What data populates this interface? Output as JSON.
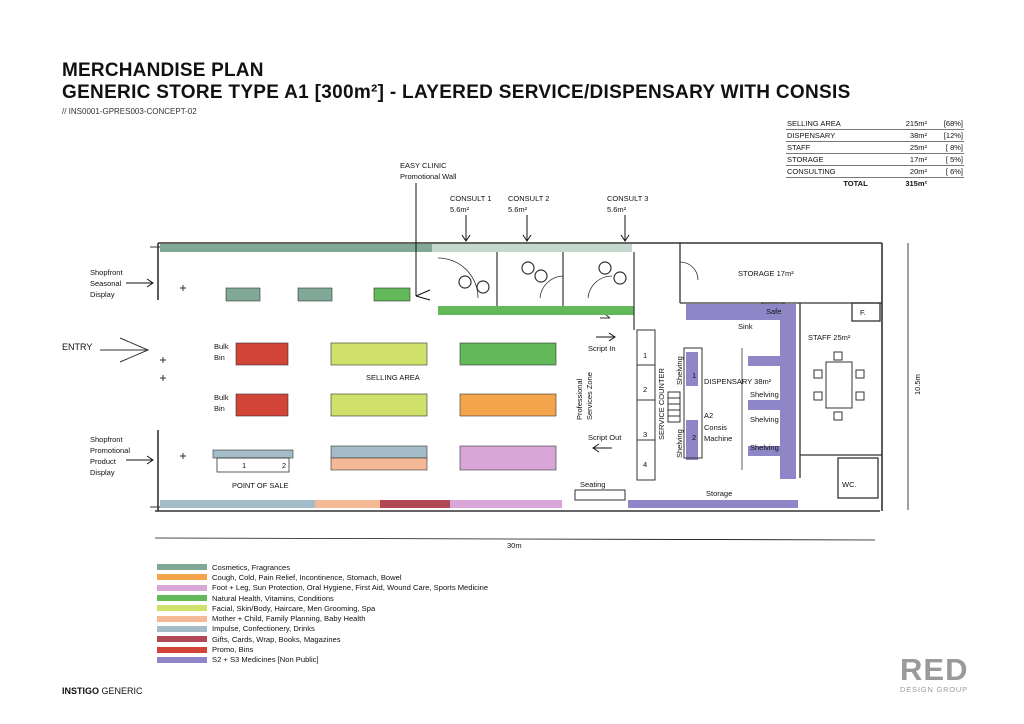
{
  "title": "MERCHANDISE PLAN",
  "subtitle": "GENERIC STORE TYPE A1 [300m²] - LAYERED SERVICE/DISPENSARY WITH CONSIS",
  "doc_code": "// INS0001-GPRES003-CONCEPT-02",
  "areas": [
    {
      "name": "SELLING AREA",
      "value": "215m²",
      "pct": "[68%]"
    },
    {
      "name": "DISPENSARY",
      "value": "38m²",
      "pct": "[12%]"
    },
    {
      "name": "STAFF",
      "value": "25m²",
      "pct": "[  8%]"
    },
    {
      "name": "STORAGE",
      "value": "17m²",
      "pct": "[  5%]"
    },
    {
      "name": "CONSULTING",
      "value": "20m²",
      "pct": "[  6%]"
    }
  ],
  "total": {
    "label": "TOTAL",
    "value": "315m²"
  },
  "labels": {
    "easy_clinic": "EASY CLINIC",
    "promo_wall": "Promotional Wall",
    "consult1": "CONSULT 1",
    "consult2": "CONSULT 2",
    "consult3": "CONSULT 3",
    "consult_area": "5.6m²",
    "shopfront_seasonal": [
      "Shopfront",
      "Seasonal",
      "Display"
    ],
    "entry": "ENTRY",
    "bulk_bin": [
      "Bulk",
      "Bin"
    ],
    "selling_area": "SELLING AREA",
    "shopfront_promo": [
      "Shopfront",
      "Promotional",
      "Product",
      "Display"
    ],
    "point_of_sale": "POINT OF SALE",
    "pos_1": "1",
    "pos_2": "2",
    "storage_room": "STORAGE 17m²",
    "sink": "Sink",
    "safe": "Safe",
    "f": "F.",
    "staff": "STAFF 25m²",
    "dispensary": "DISPENSARY 38m²",
    "shelving": "Shelving",
    "consis": [
      "Consis",
      "Machine"
    ],
    "a2": "A2",
    "script_in": "Script In",
    "script_out": "Script Out",
    "professional": [
      "Professional",
      "Services Zone"
    ],
    "service_counter": "SERVICE COUNTER",
    "counter_nums": [
      "1",
      "2",
      "3",
      "4"
    ],
    "disp_nums": [
      "1",
      "2"
    ],
    "seating": "Seating",
    "storage_strip": "Storage",
    "wc": "WC.",
    "width_dim": "30m",
    "height_dim": "10.5m"
  },
  "legend": [
    {
      "label": "Cosmetics, Fragrances",
      "color": "#7fa896"
    },
    {
      "label": "Cough, Cold, Pain Relief, Incontinence, Stomach, Bowel",
      "color": "#f4a54c"
    },
    {
      "label": "Foot + Leg, Sun Protection, Oral Hygiene, First Aid, Wound Care, Sports Medicine",
      "color": "#d9a6d8"
    },
    {
      "label": "Natural Health, Vitamins, Conditions",
      "color": "#63b85a"
    },
    {
      "label": "Facial, Skin/Body, Haircare, Men Grooming, Spa",
      "color": "#cfe06b"
    },
    {
      "label": "Mother + Child, Family Planning, Baby Health",
      "color": "#f5b998"
    },
    {
      "label": "Impulse, Confectionery, Drinks",
      "color": "#a3bcc8"
    },
    {
      "label": "Gifts, Cards, Wrap, Books, Magazines",
      "color": "#b14856"
    },
    {
      "label": "Promo, Bins",
      "color": "#d24438"
    },
    {
      "label": "S2 + S3 Medicines [Non Public]",
      "color": "#8e86c7"
    }
  ],
  "footer": {
    "brand_bold": "INSTIGO",
    "brand_rest": " GENERIC"
  },
  "logo": {
    "main": "RED",
    "sub": "DESIGN GROUP"
  }
}
